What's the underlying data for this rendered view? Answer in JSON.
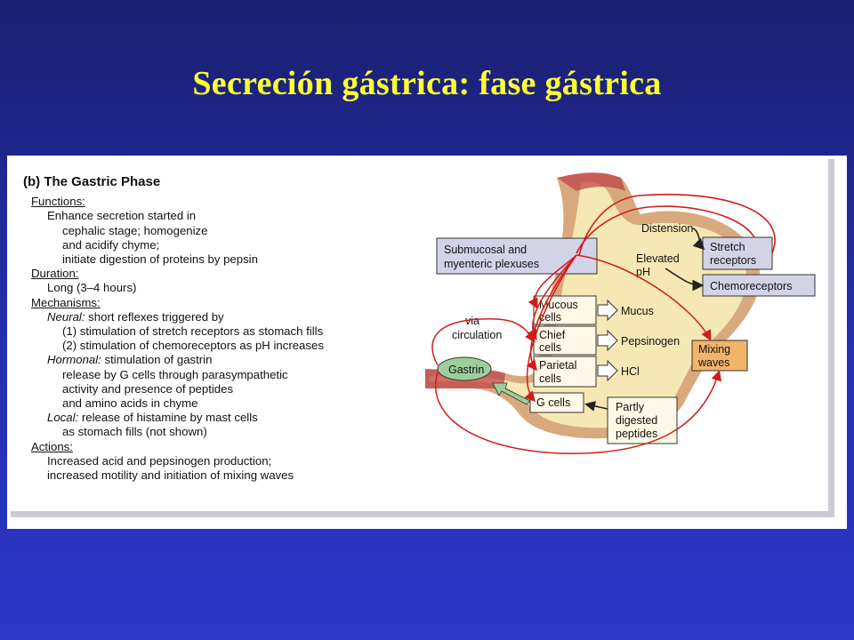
{
  "slide": {
    "title": "Secreción gástrica: fase gástrica"
  },
  "panel": {
    "title": "(b) The Gastric Phase",
    "functions": {
      "heading": "Functions:",
      "lines": [
        "Enhance secretion started in",
        "cephalic stage; homogenize",
        "and acidify chyme;",
        "initiate digestion of proteins by pepsin"
      ]
    },
    "duration": {
      "heading": "Duration:",
      "lines": [
        "Long (3–4 hours)"
      ]
    },
    "mechanisms": {
      "heading": "Mechanisms:",
      "neural_label": "Neural:",
      "neural_text": " short reflexes triggered by",
      "neural_lines": [
        "(1) stimulation of stretch receptors as stomach fills",
        "(2) stimulation of chemoreceptors as pH increases"
      ],
      "hormonal_label": "Hormonal:",
      "hormonal_text": " stimulation of gastrin",
      "hormonal_lines": [
        "release by G cells through parasympathetic",
        "activity and presence of peptides",
        "and amino acids in chyme"
      ],
      "local_label": "Local:",
      "local_text": " release of histamine by mast cells",
      "local_lines": [
        "as stomach fills (not shown)"
      ]
    },
    "actions": {
      "heading": "Actions:",
      "lines": [
        "Increased acid and pepsinogen production;",
        "increased motility and initiation of mixing waves"
      ]
    }
  },
  "diagram": {
    "plexus": [
      "Submucosal and",
      "myenteric plexuses"
    ],
    "distension": "Distension",
    "elevated_ph": [
      "Elevated",
      "pH"
    ],
    "stretch_receptors": [
      "Stretch",
      "receptors"
    ],
    "chemoreceptors": "Chemoreceptors",
    "mucous_cells": [
      "Mucous",
      "cells"
    ],
    "chief_cells": [
      "Chief",
      "cells"
    ],
    "parietal_cells": [
      "Parietal",
      "cells"
    ],
    "mucus": "Mucus",
    "pepsinogen": "Pepsinogen",
    "hcl": "HCl",
    "mixing_waves": [
      "Mixing",
      "waves"
    ],
    "via_circulation": [
      "via",
      "circulation"
    ],
    "gastrin": "Gastrin",
    "g_cells": "G cells",
    "peptides": [
      "Partly",
      "digested",
      "peptides"
    ]
  },
  "colors": {
    "background": "#2530b0",
    "title": "#ffff33",
    "stomach": "#f6e8b4",
    "stomach_wall": "#d9a97e",
    "nerve_arrow": "#d21c1c",
    "receptor_box": "#d3d3e8",
    "mixing_box": "#f2b36a",
    "gastrin_oval": "#9ccf9c"
  }
}
